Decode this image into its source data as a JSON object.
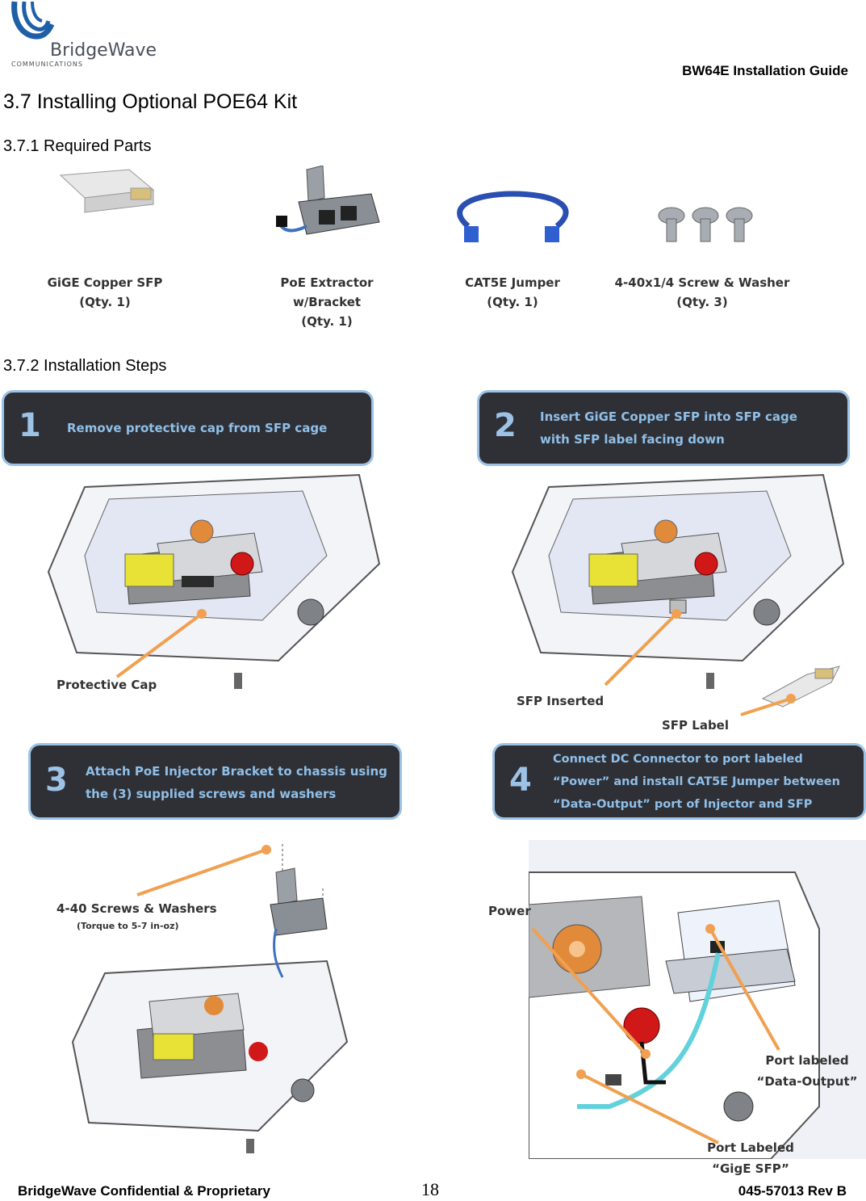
{
  "header": {
    "logo_word": "BridgeWave",
    "logo_sub": "COMMUNICATIONS",
    "doc_title": "BW64E Installation Guide"
  },
  "section": {
    "heading": "3.7  Installing Optional POE64 Kit",
    "required_parts_heading": "3.7.1   Required Parts",
    "installation_steps_heading": "3.7.2   Installation Steps"
  },
  "parts": [
    {
      "label": "GiGE Copper SFP\n(Qty. 1)",
      "icon": "sfp-module-icon"
    },
    {
      "label": "PoE Extractor\nw/Bracket\n(Qty. 1)",
      "icon": "poe-extractor-icon"
    },
    {
      "label": "CAT5E Jumper\n(Qty. 1)",
      "icon": "cat5e-cable-icon"
    },
    {
      "label": "4-40x1/4 Screw & Washer\n(Qty. 3)",
      "icon": "screw-icon"
    }
  ],
  "steps": [
    {
      "number": "1",
      "text": "Remove protective cap from SFP cage"
    },
    {
      "number": "2",
      "text": "Insert GiGE Copper SFP into SFP cage\nwith SFP label facing down"
    },
    {
      "number": "3",
      "text": "Attach PoE Injector Bracket to chassis using\nthe (3) supplied screws and washers"
    },
    {
      "number": "4",
      "text": "Connect DC Connector to port labeled\n“Power” and install CAT5E Jumper between\n“Data-Output” port of Injector and SFP"
    }
  ],
  "callouts": {
    "protective_cap": "Protective Cap",
    "sfp_inserted": "SFP Inserted",
    "sfp_label": "SFP Label",
    "screws": "4-40 Screws & Washers",
    "torque": "(Torque to 5-7 in-oz)",
    "power": "Power",
    "data_output": "Port labeled\n“Data-Output”",
    "gige_sfp": "Port Labeled\n“GigE SFP”"
  },
  "footer": {
    "left": "BridgeWave Confidential & Proprietary",
    "page": "18",
    "right": "045-57013 Rev B"
  },
  "colors": {
    "step_box": "#2f3036",
    "step_border": "#9cc3e6",
    "callout_line": "#f0a050",
    "logo_blue": "#1f5fa8"
  }
}
